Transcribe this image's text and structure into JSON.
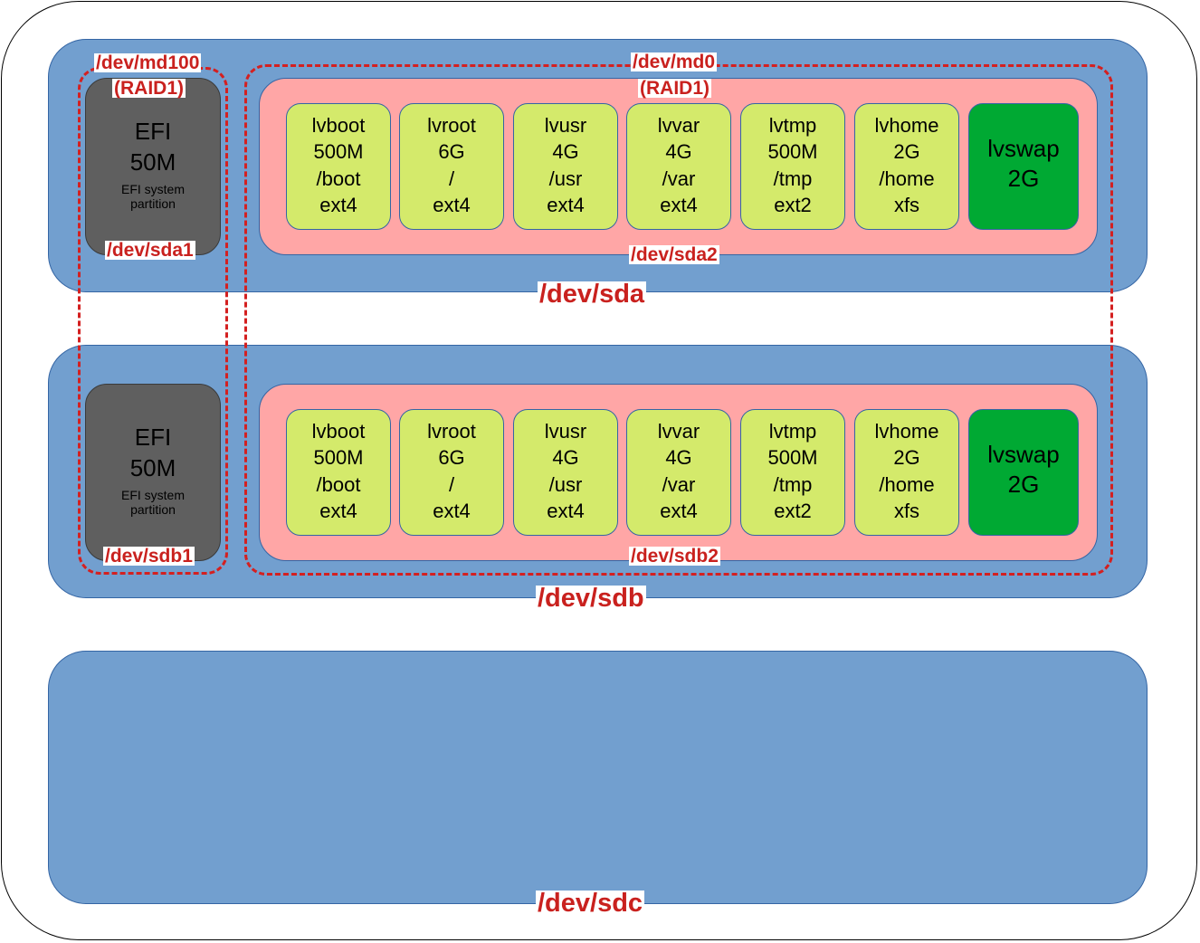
{
  "disks": [
    {
      "name": "/dev/sda",
      "efi": {
        "title": "EFI",
        "size": "50M",
        "desc1": "EFI system",
        "desc2": "partition",
        "device": "/dev/sda1"
      },
      "part2": {
        "device": "/dev/sda2"
      },
      "lvs": [
        {
          "name": "lvboot",
          "size": "500M",
          "mount": "/boot",
          "fs": "ext4"
        },
        {
          "name": "lvroot",
          "size": "6G",
          "mount": "/",
          "fs": "ext4"
        },
        {
          "name": "lvusr",
          "size": "4G",
          "mount": "/usr",
          "fs": "ext4"
        },
        {
          "name": "lvvar",
          "size": "4G",
          "mount": "/var",
          "fs": "ext4"
        },
        {
          "name": "lvtmp",
          "size": "500M",
          "mount": "/tmp",
          "fs": "ext2"
        },
        {
          "name": "lvhome",
          "size": "2G",
          "mount": "/home",
          "fs": "xfs"
        }
      ],
      "swap": {
        "name": "lvswap",
        "size": "2G"
      }
    },
    {
      "name": "/dev/sdb",
      "efi": {
        "title": "EFI",
        "size": "50M",
        "desc1": "EFI system",
        "desc2": "partition",
        "device": "/dev/sdb1"
      },
      "part2": {
        "device": "/dev/sdb2"
      },
      "lvs": [
        {
          "name": "lvboot",
          "size": "500M",
          "mount": "/boot",
          "fs": "ext4"
        },
        {
          "name": "lvroot",
          "size": "6G",
          "mount": "/",
          "fs": "ext4"
        },
        {
          "name": "lvusr",
          "size": "4G",
          "mount": "/usr",
          "fs": "ext4"
        },
        {
          "name": "lvvar",
          "size": "4G",
          "mount": "/var",
          "fs": "ext4"
        },
        {
          "name": "lvtmp",
          "size": "500M",
          "mount": "/tmp",
          "fs": "ext2"
        },
        {
          "name": "lvhome",
          "size": "2G",
          "mount": "/home",
          "fs": "xfs"
        }
      ],
      "swap": {
        "name": "lvswap",
        "size": "2G"
      }
    },
    {
      "name": "/dev/sdc"
    }
  ],
  "raids": {
    "efi": {
      "device": "/dev/md100",
      "level": "(RAID1)"
    },
    "main": {
      "device": "/dev/md0",
      "level": "(RAID1)"
    }
  },
  "colors": {
    "disk": "#729fcf",
    "efi": "#5f5f5f",
    "partition": "#ffa6a6",
    "lv": "#d4ea6b",
    "swap": "#00a933",
    "raid_border": "#d42020",
    "label": "#c9211e"
  }
}
